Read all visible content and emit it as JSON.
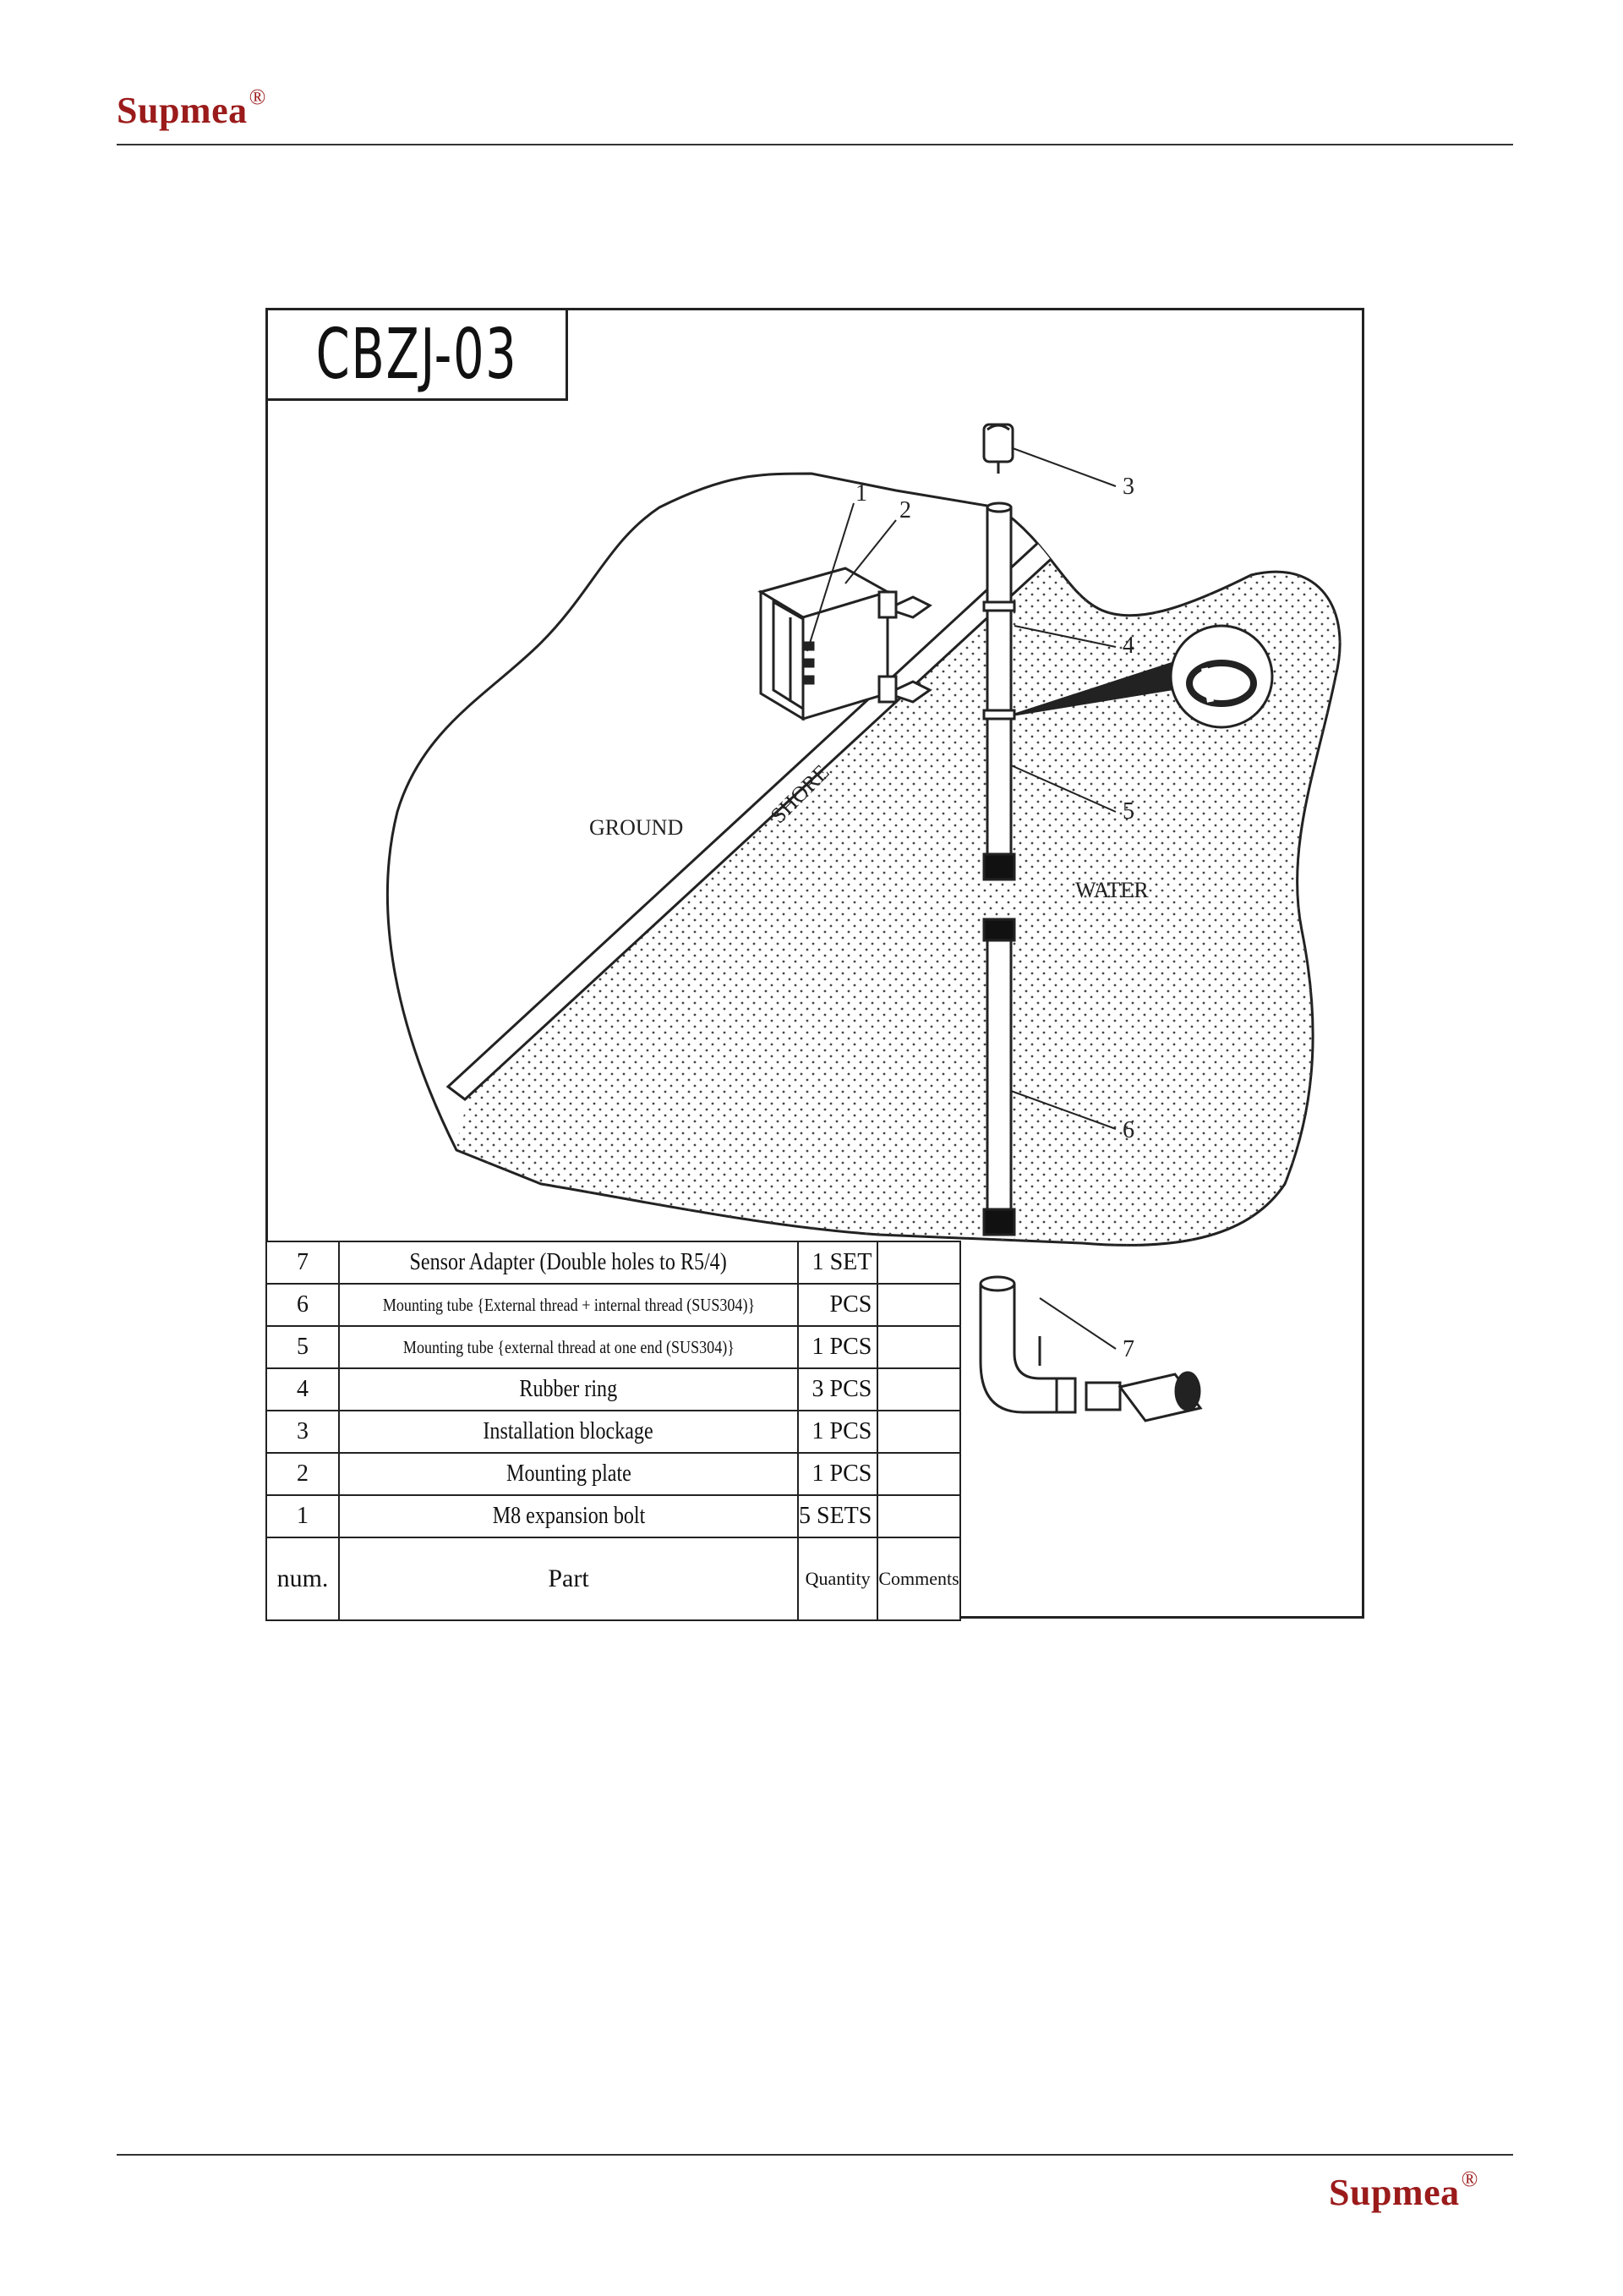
{
  "header": {
    "brand": "Supmea",
    "registered": "®"
  },
  "footer": {
    "brand": "Supmea",
    "registered": "®"
  },
  "drawing": {
    "model": "CBZJ-03",
    "labels": {
      "ground": "GROUND",
      "shore": "SHORE",
      "water": "WATER"
    },
    "callouts": [
      "1",
      "2",
      "3",
      "4",
      "5",
      "6",
      "7"
    ]
  },
  "parts_table": {
    "headers": {
      "num": "num.",
      "part": "Part",
      "quantity": "Quantity",
      "comments": "Comments"
    },
    "rows": [
      {
        "num": "7",
        "part": "Sensor Adapter (Double holes to R5/4)",
        "quantity": "1 SET",
        "comments": ""
      },
      {
        "num": "6",
        "part": "Mounting tube {External thread + internal thread (SUS304)}",
        "quantity": "PCS",
        "comments": ""
      },
      {
        "num": "5",
        "part": "Mounting tube {external thread at one end (SUS304)}",
        "quantity": "1 PCS",
        "comments": ""
      },
      {
        "num": "4",
        "part": "Rubber ring",
        "quantity": "3 PCS",
        "comments": ""
      },
      {
        "num": "3",
        "part": "Installation blockage",
        "quantity": "1 PCS",
        "comments": ""
      },
      {
        "num": "2",
        "part": "Mounting plate",
        "quantity": "1 PCS",
        "comments": ""
      },
      {
        "num": "1",
        "part": "M8 expansion bolt",
        "quantity": "5 SETS",
        "comments": ""
      }
    ]
  }
}
